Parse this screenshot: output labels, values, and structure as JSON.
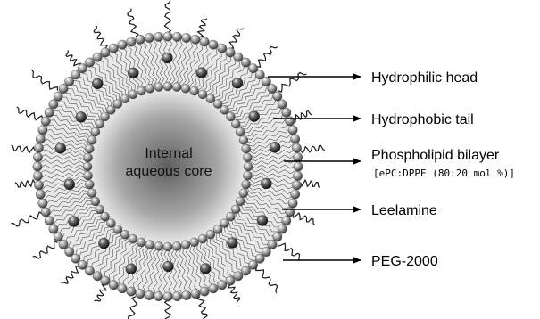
{
  "core_label": {
    "line1": "Internal",
    "line2": "aqueous core"
  },
  "labels": {
    "hydrophilic_head": "Hydrophilic head",
    "hydrophobic_tail": "Hydrophobic tail",
    "phospholipid_bilayer": "Phospholipid bilayer",
    "composition": "[ePC:DPPE (80:20 mol %)]",
    "leelamine": "Leelamine",
    "peg": "PEG-2000"
  }
}
